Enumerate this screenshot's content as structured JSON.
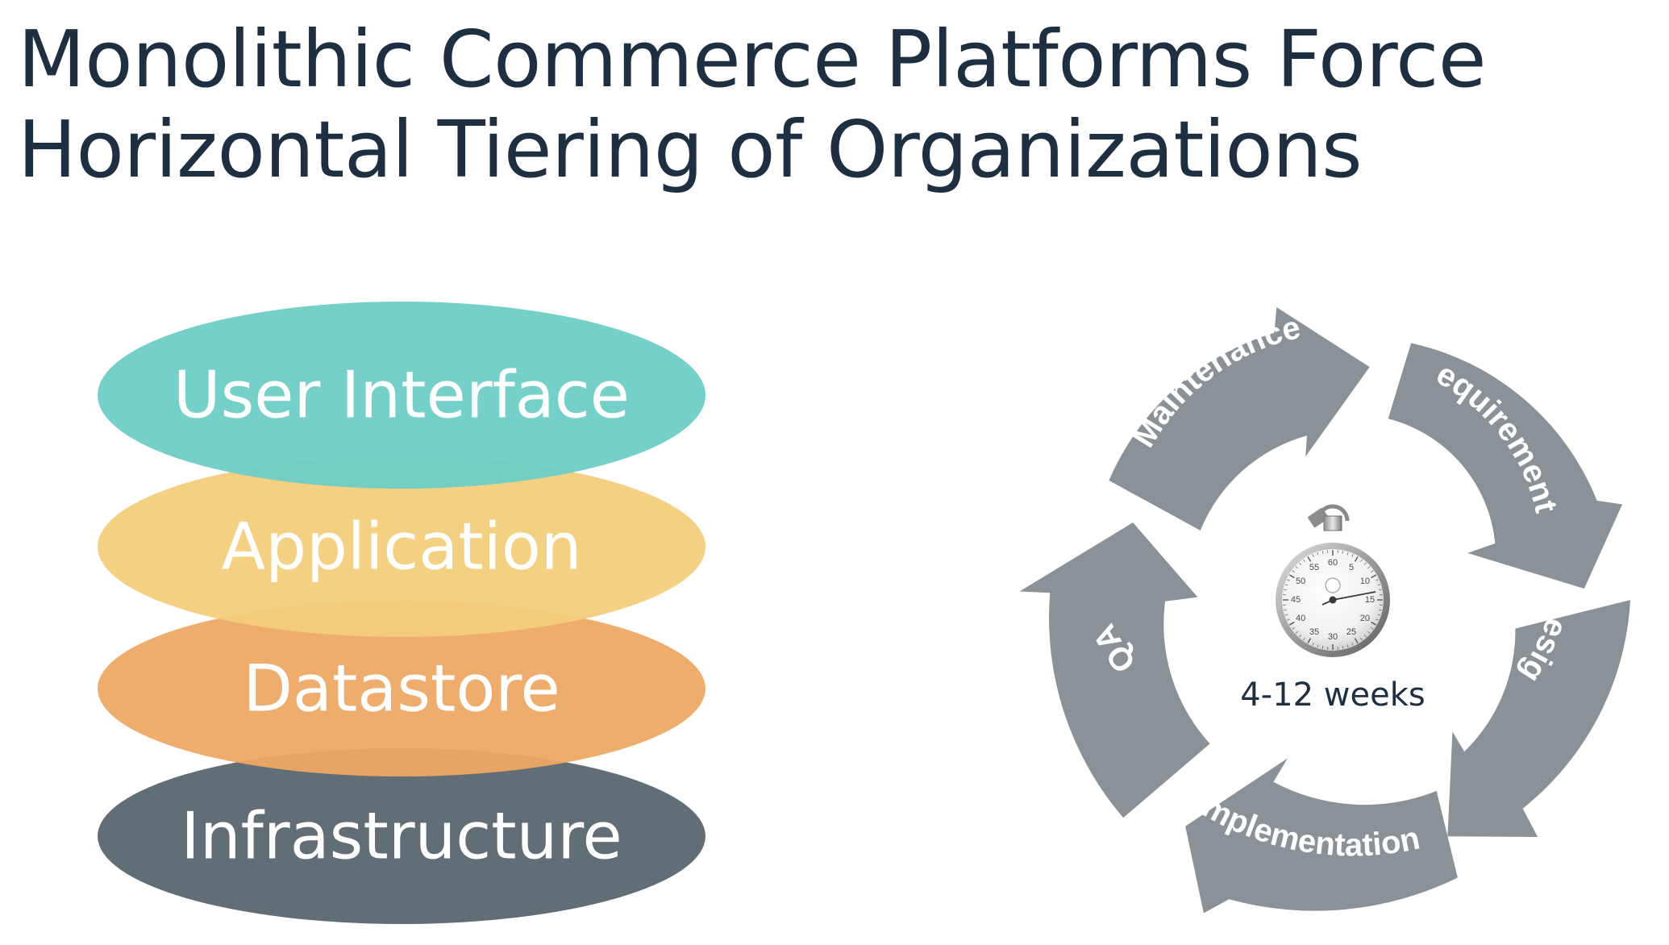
{
  "title": {
    "line1": "Monolithic Commerce Platforms Force",
    "line2": "Horizontal Tiering of Organizations"
  },
  "layers": [
    {
      "label": "User Interface",
      "color": "#6dcdc6"
    },
    {
      "label": "Application",
      "color": "#f3cd7b"
    },
    {
      "label": "Datastore",
      "color": "#eea864"
    },
    {
      "label": "Infrastructure",
      "color": "#626e76"
    }
  ],
  "cycle": {
    "stages": [
      "Maintenance",
      "Requirements",
      "Design",
      "Implementation",
      "QA"
    ],
    "arrow_color": "#8a9197",
    "duration": "4-12 weeks",
    "center_icon": "stopwatch-icon",
    "dial_numbers": [
      "60",
      "5",
      "10",
      "15",
      "20",
      "25",
      "30",
      "35",
      "40",
      "45",
      "50",
      "55"
    ]
  }
}
